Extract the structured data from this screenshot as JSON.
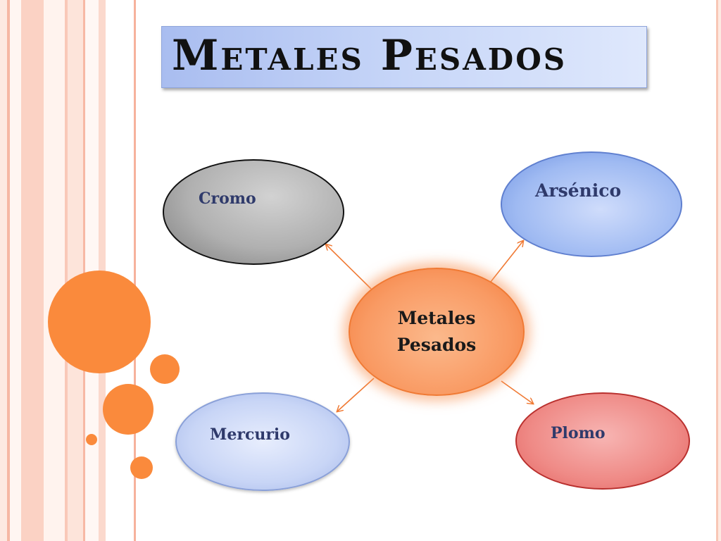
{
  "slide": {
    "title": "Metales Pesados"
  },
  "diagram": {
    "center": {
      "line1": "Metales",
      "line2": "Pesados"
    },
    "nodes": [
      {
        "id": "cromo",
        "label": "Cromo"
      },
      {
        "id": "arsenico",
        "label": "Arsénico"
      },
      {
        "id": "mercurio",
        "label": "Mercurio"
      },
      {
        "id": "plomo",
        "label": "Plomo"
      }
    ]
  },
  "colors": {
    "accent_orange": "#fa8a3c",
    "title_fill": "#c7d6f8",
    "cromo_fill": "#b0b0b0",
    "arsenico_fill": "#9fbaf2",
    "center_fill": "#f99a63",
    "mercurio_fill": "#c8d5f6",
    "plomo_fill": "#ef8a86",
    "connector": "#f07a34"
  }
}
